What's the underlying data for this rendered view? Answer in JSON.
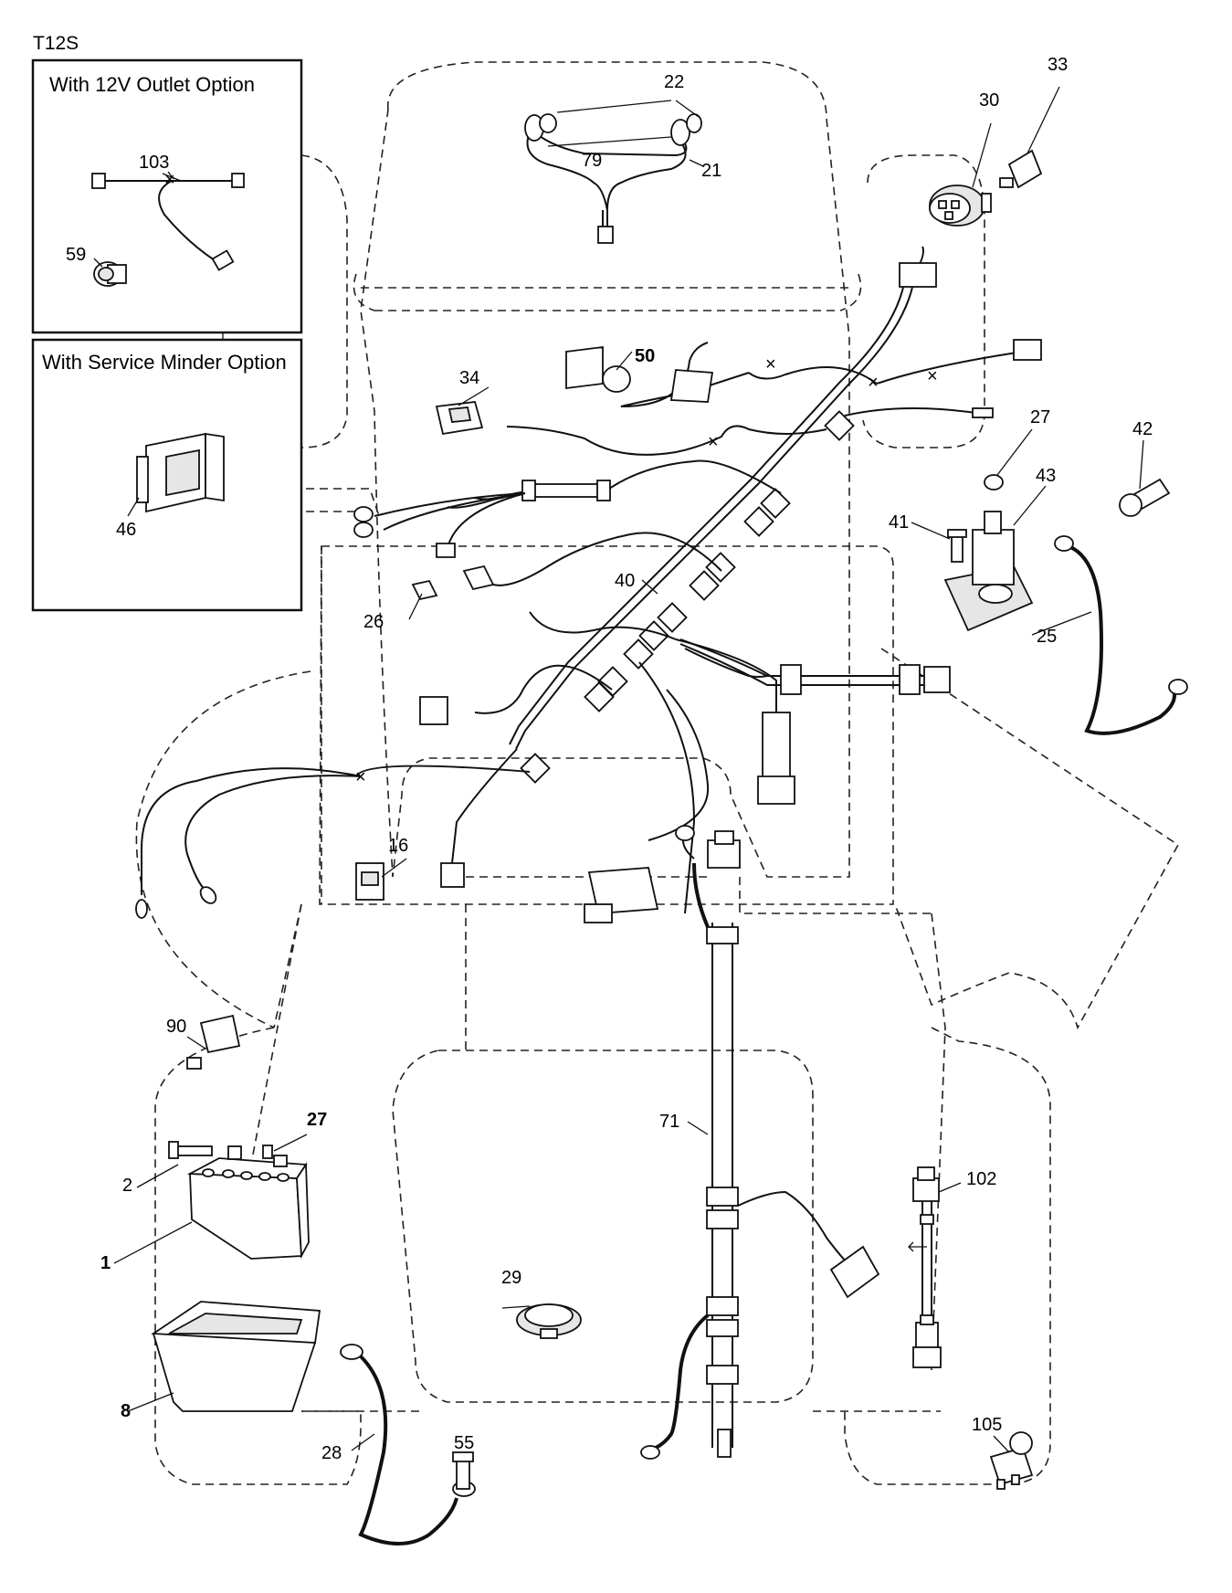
{
  "model_code": "T12S",
  "option_boxes": {
    "outlet_title": "With 12V Outlet Option",
    "service_title": "With Service Minder Option"
  },
  "callouts": [
    {
      "key": "c103",
      "text": "103",
      "bold": false
    },
    {
      "key": "c59",
      "text": "59",
      "bold": false
    },
    {
      "key": "c46",
      "text": "46",
      "bold": false
    },
    {
      "key": "c22",
      "text": "22",
      "bold": false
    },
    {
      "key": "c79",
      "text": "79",
      "bold": false
    },
    {
      "key": "c21",
      "text": "21",
      "bold": false
    },
    {
      "key": "c30",
      "text": "30",
      "bold": false
    },
    {
      "key": "c33",
      "text": "33",
      "bold": false
    },
    {
      "key": "c50",
      "text": "50",
      "bold": true
    },
    {
      "key": "c34",
      "text": "34",
      "bold": false
    },
    {
      "key": "c27a",
      "text": "27",
      "bold": false
    },
    {
      "key": "c42",
      "text": "42",
      "bold": false
    },
    {
      "key": "c43",
      "text": "43",
      "bold": false
    },
    {
      "key": "c41",
      "text": "41",
      "bold": false
    },
    {
      "key": "c40",
      "text": "40",
      "bold": false
    },
    {
      "key": "c26",
      "text": "26",
      "bold": false
    },
    {
      "key": "c25",
      "text": "25",
      "bold": false
    },
    {
      "key": "c16",
      "text": "16",
      "bold": false
    },
    {
      "key": "c90",
      "text": "90",
      "bold": false
    },
    {
      "key": "c27b",
      "text": "27",
      "bold": true
    },
    {
      "key": "c2",
      "text": "2",
      "bold": false
    },
    {
      "key": "c1",
      "text": "1",
      "bold": true
    },
    {
      "key": "c71",
      "text": "71",
      "bold": false
    },
    {
      "key": "c102",
      "text": "102",
      "bold": false
    },
    {
      "key": "c29",
      "text": "29",
      "bold": false
    },
    {
      "key": "c8",
      "text": "8",
      "bold": true
    },
    {
      "key": "c105",
      "text": "105",
      "bold": false
    },
    {
      "key": "c28",
      "text": "28",
      "bold": false
    },
    {
      "key": "c55",
      "text": "55",
      "bold": false
    }
  ]
}
